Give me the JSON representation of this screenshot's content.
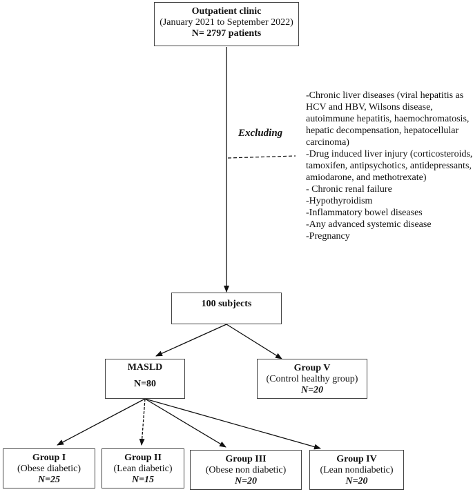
{
  "top": {
    "title": "Outpatient clinic",
    "period": "(January 2021 to September 2022)",
    "count": "N= 2797 patients"
  },
  "excluding_label": "Excluding",
  "exclusions": [
    "-Chronic liver diseases (viral hepatitis as HCV and HBV, Wilsons disease, autoimmune hepatitis, haemochromatosis, hepatic decompensation, hepatocellular carcinoma)",
    "-Drug induced liver injury (corticosteroids, tamoxifen, antipsychotics, antidepressants, amiodarone, and methotrexate)",
    "- Chronic renal failure",
    "-Hypothyroidism",
    "-Inflammatory bowel diseases",
    "-Any advanced systemic disease",
    "-Pregnancy"
  ],
  "subjects": {
    "title": "100 subjects"
  },
  "masld": {
    "title": "MASLD",
    "count": "N=80"
  },
  "group5": {
    "title": "Group V",
    "desc": "(Control healthy group)",
    "count": "N=20"
  },
  "groups": [
    {
      "title": "Group I",
      "desc": "(Obese diabetic)",
      "count": "N=25"
    },
    {
      "title": "Group II",
      "desc": "(Lean diabetic)",
      "count": "N=15"
    },
    {
      "title": "Group III",
      "desc": "(Obese non diabetic)",
      "count": "N=20"
    },
    {
      "title": "Group IV",
      "desc": "(Lean nondiabetic)",
      "count": "N=20"
    }
  ]
}
